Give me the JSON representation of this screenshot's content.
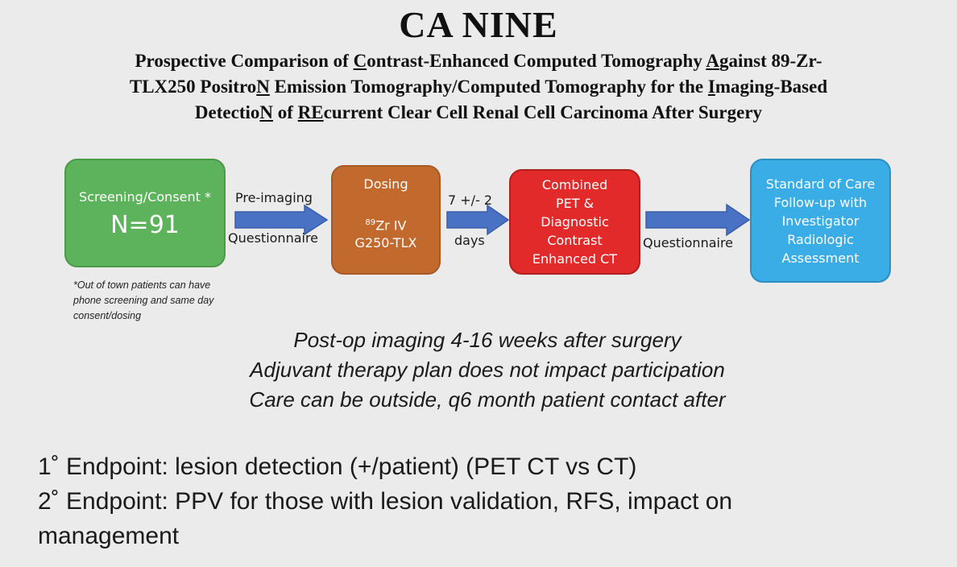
{
  "title": "CA NINE",
  "subtitle": {
    "line1": {
      "p1": "Prospective Comparison of ",
      "u1": "C",
      "p2": "ontrast-Enhanced Computed Tomography ",
      "u2": "A",
      "p3": "gainst 89-Zr-"
    },
    "line2": {
      "p1": "TLX250 Positro",
      "u1": "N",
      "p2": " Emission Tomography/Computed Tomography for the ",
      "u2": "I",
      "p3": "maging-Based"
    },
    "line3": {
      "p1": "Detectio",
      "u1": "N",
      "p2": " of ",
      "u2": "RE",
      "p3": "current Clear Cell Renal Cell Carcinoma After Surgery"
    }
  },
  "flow": {
    "screening": {
      "label": "Screening/Consent *",
      "count": "N=91"
    },
    "dosing": {
      "title": "Dosing",
      "isotope_mass": "89",
      "line1_rest": "Zr IV",
      "line2": "G250-TLX"
    },
    "combined": {
      "lines": [
        "Combined",
        "PET &",
        "Diagnostic",
        "Contrast",
        "Enhanced CT"
      ]
    },
    "standard": {
      "lines": [
        "Standard of Care",
        "Follow-up with",
        "Investigator",
        "Radiologic",
        "Assessment"
      ]
    },
    "arrow1": {
      "top_label": "Pre-imaging",
      "bottom_label": "Questionnaire"
    },
    "arrow2": {
      "top_label": "7 +/- 2",
      "bottom_label": "days"
    },
    "arrow3": {
      "bottom_label": "Questionnaire"
    }
  },
  "footnote": {
    "line1": "*Out of town patients can have",
    "line2": "phone screening and same day",
    "line3": "consent/dosing"
  },
  "notes": [
    "Post-op imaging 4-16 weeks after surgery",
    "Adjuvant therapy plan does not impact participation",
    "Care can be outside, q6 month patient contact after"
  ],
  "endpoints": {
    "primary": "1˚ Endpoint: lesion detection (+/patient) (PET CT vs CT)",
    "secondary_line1": "2˚ Endpoint: PPV for those with lesion validation, RFS, impact on",
    "secondary_line2": "management"
  },
  "colors": {
    "screening": "#5cb35b",
    "dosing": "#c26a2e",
    "combined": "#e22a2a",
    "standard": "#3aace6",
    "arrow": "#4a72c4"
  }
}
